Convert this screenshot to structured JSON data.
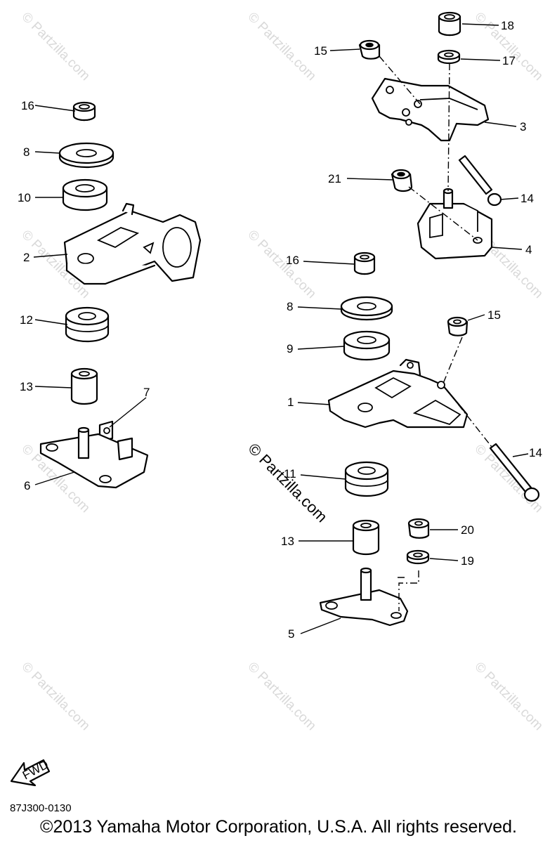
{
  "callouts": {
    "c1": "1",
    "c2": "2",
    "c3": "3",
    "c4": "4",
    "c5": "5",
    "c6": "6",
    "c7": "7",
    "c8a": "8",
    "c8b": "8",
    "c9": "9",
    "c10": "10",
    "c11": "11",
    "c12": "12",
    "c13a": "13",
    "c13b": "13",
    "c14a": "14",
    "c14b": "14",
    "c15a": "15",
    "c15b": "15",
    "c16a": "16",
    "c16b": "16",
    "c17": "17",
    "c18": "18",
    "c19": "19",
    "c20": "20",
    "c21": "21"
  },
  "watermark": {
    "main": "© Partzilla.com",
    "small": "© Partzilla.com"
  },
  "fwd_label": "FWD",
  "footer": {
    "code": "87J300-0130",
    "copyright": "©2013 Yamaha Motor Corporation, U.S.A. All rights reserved."
  }
}
